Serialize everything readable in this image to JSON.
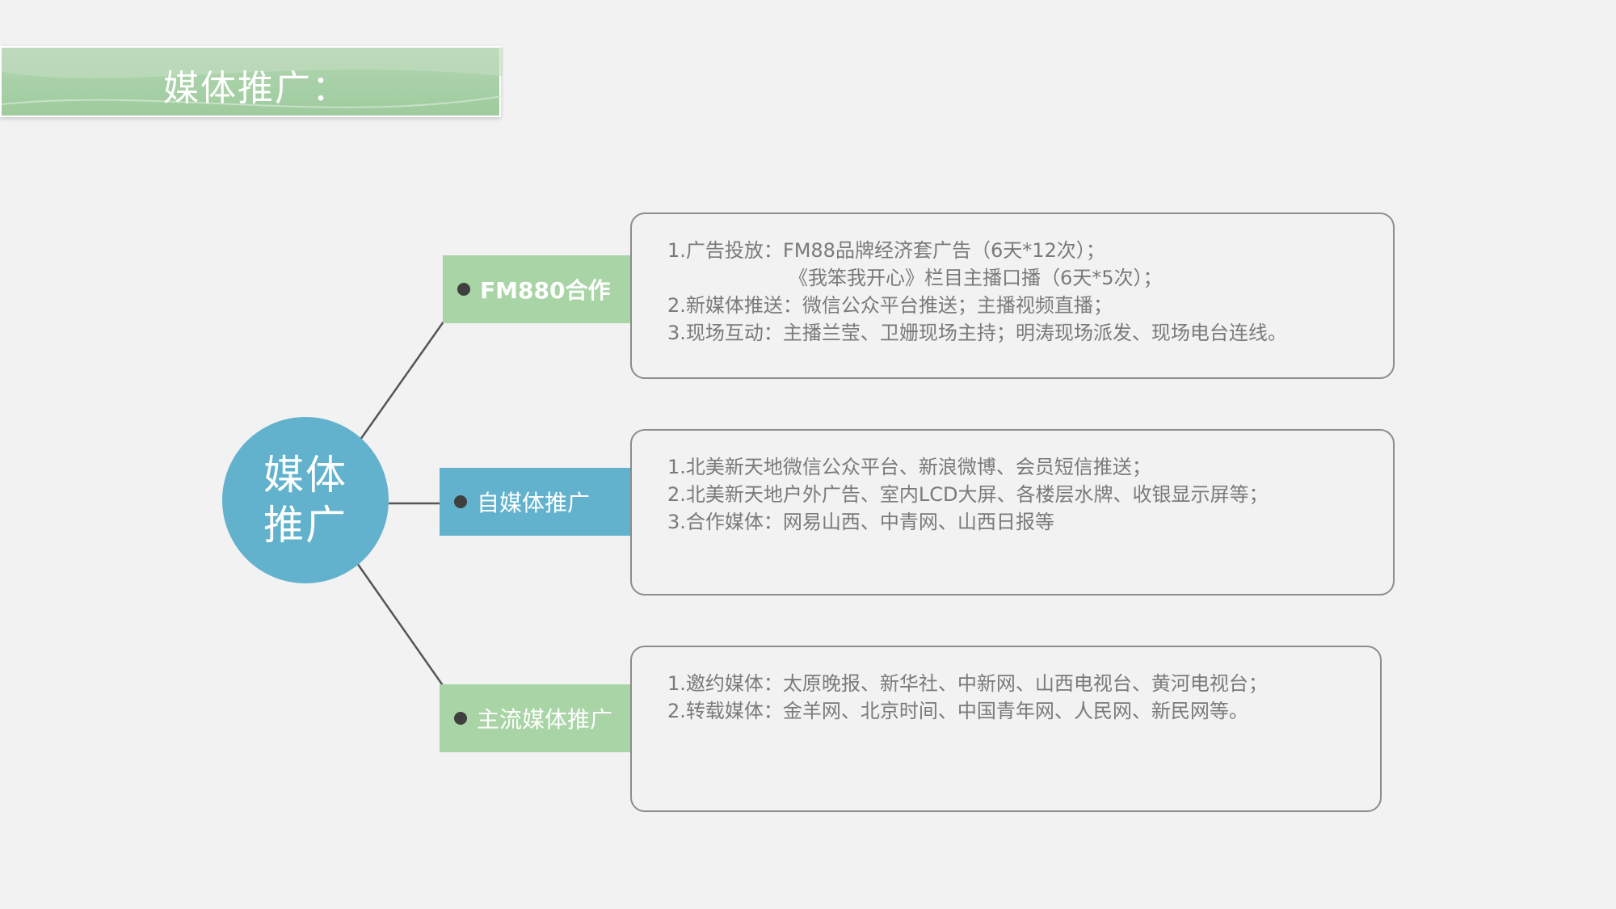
{
  "slide": {
    "title": "媒体推广："
  },
  "hub": {
    "line1": "媒体",
    "line2": "推广"
  },
  "branches": [
    {
      "label": "FM880合作",
      "lines": [
        "1.广告投放：FM88品牌经济套广告（6天*12次）；",
        "《我笨我开心》栏目主播口播（6天*5次）；",
        "2.新媒体推送：微信公众平台推送；主播视频直播；",
        "3.现场互动：主播兰莹、卫姗现场主持；明涛现场派发、现场电台连线。"
      ]
    },
    {
      "label": "自媒体推广",
      "lines": [
        "1.北美新天地微信公众平台、新浪微博、会员短信推送；",
        "2.北美新天地户外广告、室内LCD大屏、各楼层水牌、收银显示屏等；",
        "3.合作媒体：网易山西、中青网、山西日报等"
      ]
    },
    {
      "label": "主流媒体推广",
      "lines": [
        "1.邀约媒体：太原晚报、新华社、中新网、山西电视台、黄河电视台；",
        "2.转载媒体：金羊网、北京时间、中国青年网、人民网、新民网等。"
      ]
    }
  ],
  "colors": {
    "green": "#a8d4a6",
    "blue": "#62b2ce",
    "card_text": "#7a7a7a"
  }
}
